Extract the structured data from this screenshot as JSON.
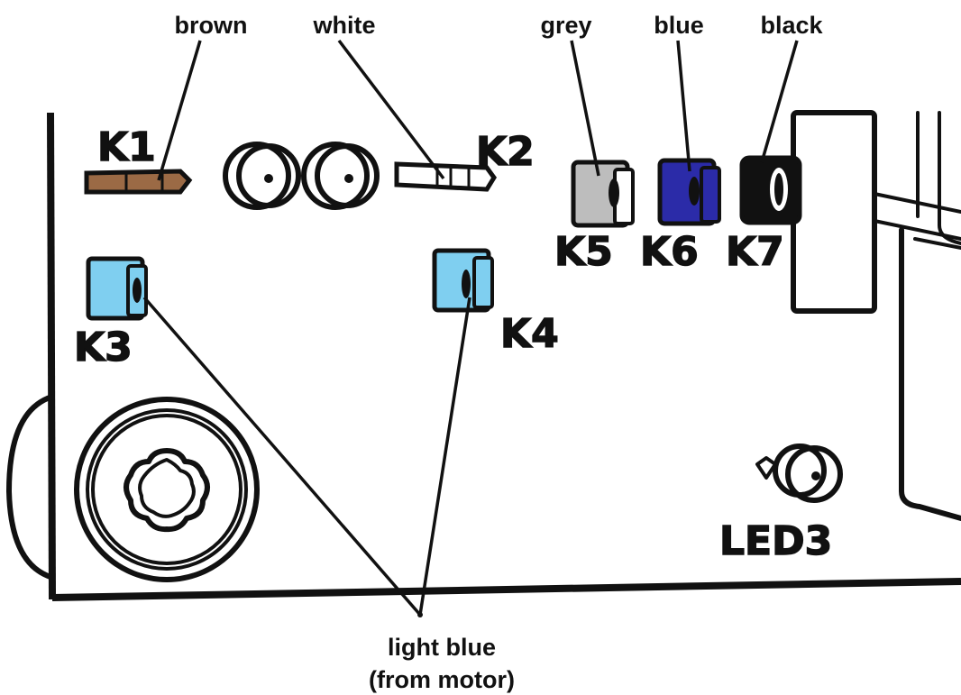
{
  "wires": [
    {
      "id": "brown",
      "label": "brown",
      "terminal": "K1",
      "color": "#9b6a45"
    },
    {
      "id": "white",
      "label": "white",
      "terminal": "K2",
      "color": "#ffffff"
    },
    {
      "id": "grey",
      "label": "grey",
      "terminal": "K5",
      "color": "#bdbdbd"
    },
    {
      "id": "blue",
      "label": "blue",
      "terminal": "K6",
      "color": "#2b2ba8"
    },
    {
      "id": "black",
      "label": "black",
      "terminal": "K7",
      "color": "#111111"
    }
  ],
  "terminals": {
    "k1": "K1",
    "k2": "K2",
    "k3": "K3",
    "k4": "K4",
    "k5": "K5",
    "k6": "K6",
    "k7": "K7",
    "led3": "LED3"
  },
  "light_blue_color": "#7fcff0",
  "bottom_label": {
    "line1": "light blue",
    "line2": "(from motor)"
  }
}
